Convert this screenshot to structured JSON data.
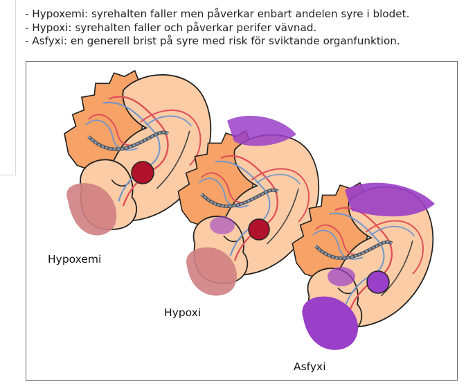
{
  "definitions": [
    {
      "text": "- Hypoxemi: syrehalten faller men påverkar enbart andelen syre i blodet."
    },
    {
      "text": "- Hypoxi: syrehalten faller och påverkar perifer vävnad."
    },
    {
      "text": "- Asfyxi: en generell brist på syre med risk för sviktande organfunktion."
    }
  ],
  "figure": {
    "labels": {
      "hypoxemia": "Hypoxemi",
      "hypoxia": "Hypoxi",
      "asphyxia": "Asfyxi"
    }
  },
  "colors": {
    "skin": "#fbcca6",
    "placenta": "#f7a266",
    "outline": "#222222",
    "artery": "#e0525a",
    "vein": "#6f95cc",
    "heart_ok": "#b0122b",
    "hypoxic_tissue": "#9a3fc7",
    "liver_normal": "#cf7f82"
  }
}
